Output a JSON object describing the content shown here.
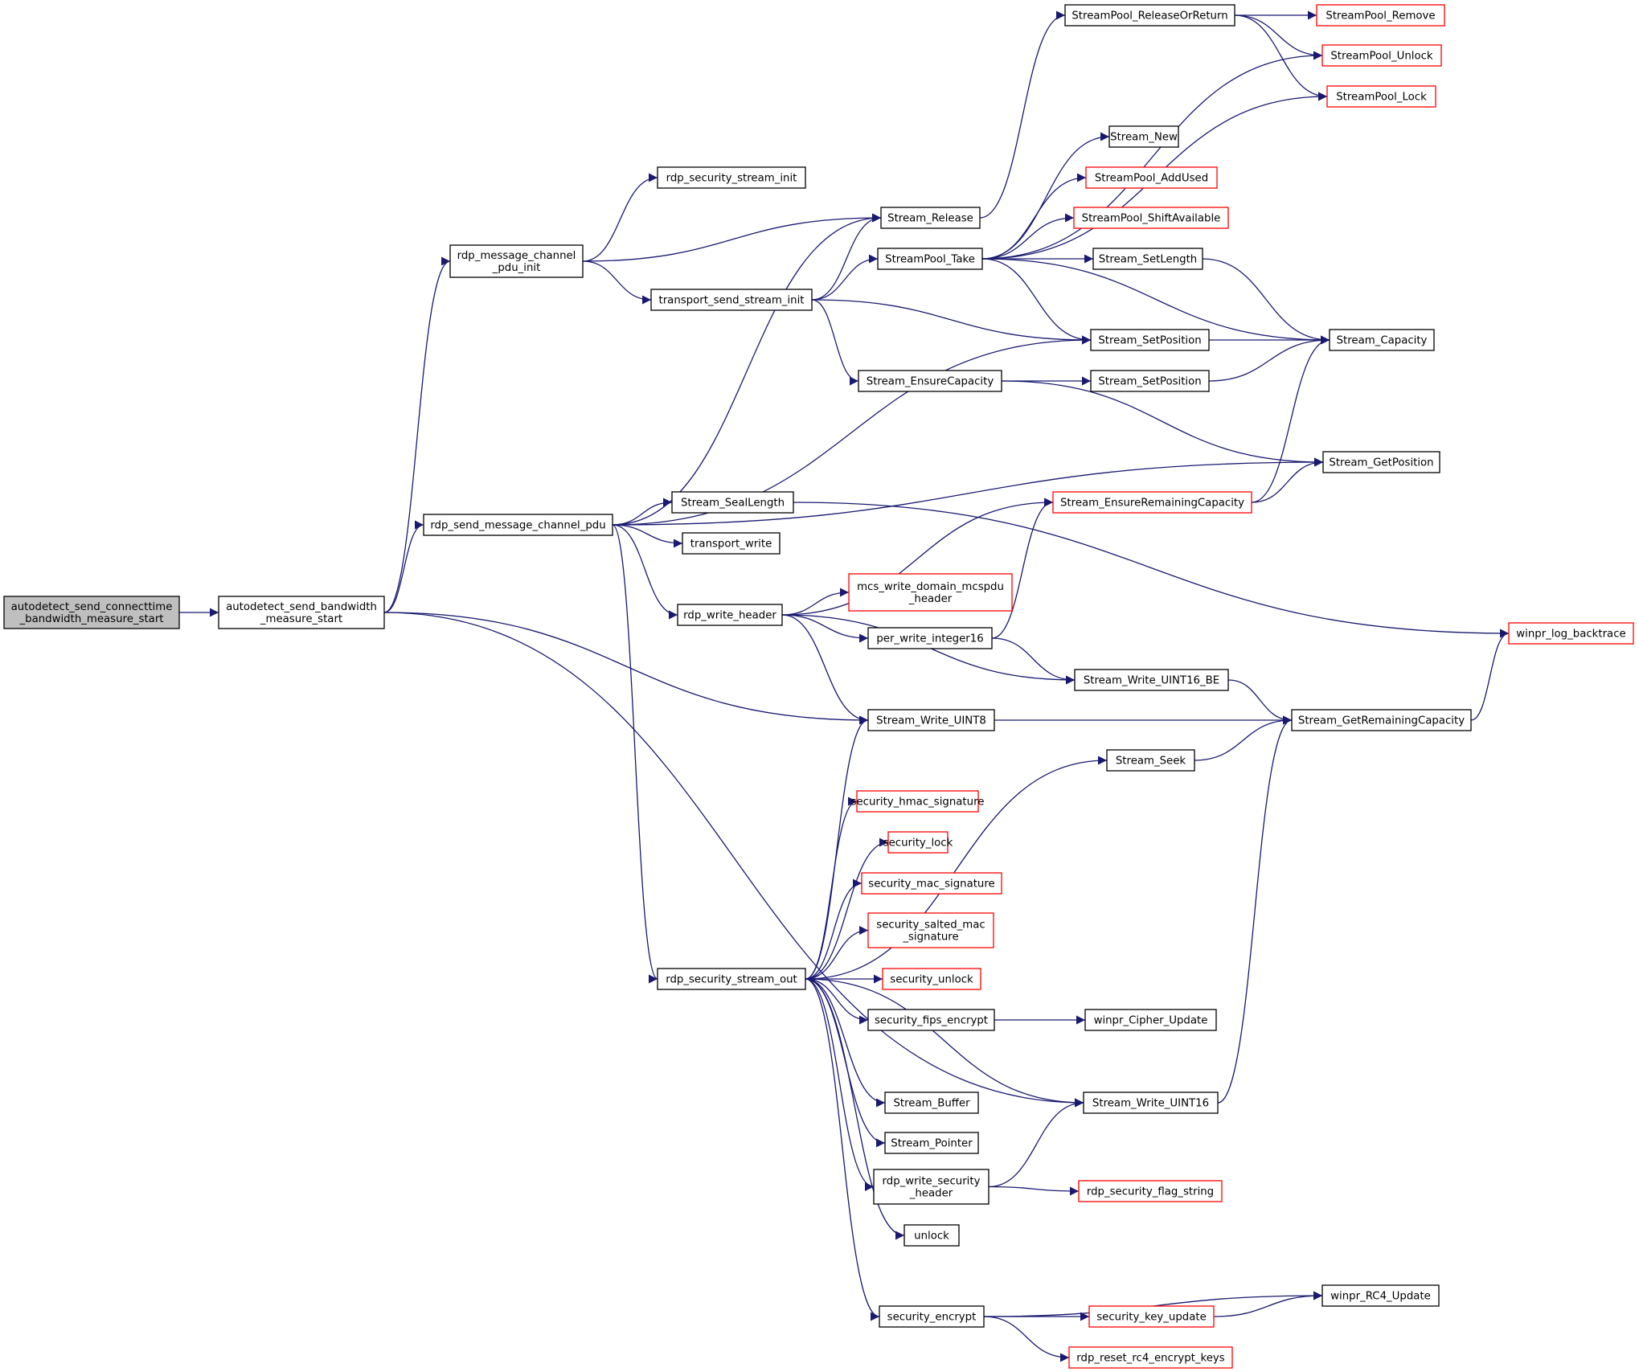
{
  "colors": {
    "edge": "#191970",
    "node_border": "#000000",
    "node_border_truncated": "#ff0000",
    "root_fill": "#bfbfbf",
    "background": "#ffffff"
  },
  "nodes": {
    "n0": {
      "lines": [
        "autodetect_send_connecttime",
        "_bandwidth_measure_start"
      ],
      "style": "root"
    },
    "n1": {
      "lines": [
        "autodetect_send_bandwidth",
        "_measure_start"
      ],
      "style": "black"
    },
    "n2": {
      "lines": [
        "rdp_message_channel",
        "_pdu_init"
      ],
      "style": "black"
    },
    "n3": {
      "lines": [
        "rdp_send_message_channel_pdu"
      ],
      "style": "black"
    },
    "n4": {
      "lines": [
        "rdp_security_stream_init"
      ],
      "style": "black"
    },
    "n5": {
      "lines": [
        "Stream_Release"
      ],
      "style": "black"
    },
    "n6": {
      "lines": [
        "transport_send_stream_init"
      ],
      "style": "black"
    },
    "n7": {
      "lines": [
        "StreamPool_ReleaseOrReturn"
      ],
      "style": "black"
    },
    "n8": {
      "lines": [
        "StreamPool_Remove"
      ],
      "style": "red"
    },
    "n9": {
      "lines": [
        "StreamPool_Unlock"
      ],
      "style": "red"
    },
    "n10": {
      "lines": [
        "StreamPool_Lock"
      ],
      "style": "red"
    },
    "n11": {
      "lines": [
        "StreamPool_Take"
      ],
      "style": "black"
    },
    "n12": {
      "lines": [
        "Stream_New"
      ],
      "style": "black"
    },
    "n13": {
      "lines": [
        "StreamPool_AddUsed"
      ],
      "style": "red"
    },
    "n14": {
      "lines": [
        "StreamPool_ShiftAvailable"
      ],
      "style": "red"
    },
    "n15": {
      "lines": [
        "Stream_SetLength"
      ],
      "style": "black"
    },
    "n16": {
      "lines": [
        "Stream_SetPosition"
      ],
      "style": "black"
    },
    "n17": {
      "lines": [
        "Stream_Capacity"
      ],
      "style": "black"
    },
    "n18": {
      "lines": [
        "Stream_EnsureCapacity"
      ],
      "style": "black"
    },
    "n19": {
      "lines": [
        "Stream_SetPosition"
      ],
      "style": "black"
    },
    "n20": {
      "lines": [
        "Stream_GetPosition"
      ],
      "style": "black"
    },
    "n21": {
      "lines": [
        "Stream_SealLength"
      ],
      "style": "black"
    },
    "n22": {
      "lines": [
        "winpr_log_backtrace"
      ],
      "style": "red"
    },
    "n23": {
      "lines": [
        "transport_write"
      ],
      "style": "black"
    },
    "n24": {
      "lines": [
        "rdp_write_header"
      ],
      "style": "black"
    },
    "n25": {
      "lines": [
        "Stream_EnsureRemainingCapacity"
      ],
      "style": "red"
    },
    "n26": {
      "lines": [
        "mcs_write_domain_mcspdu",
        "_header"
      ],
      "style": "red"
    },
    "n27": {
      "lines": [
        "per_write_integer16"
      ],
      "style": "black"
    },
    "n28": {
      "lines": [
        "Stream_Write_UINT16_BE"
      ],
      "style": "black"
    },
    "n29": {
      "lines": [
        "Stream_Write_UINT8"
      ],
      "style": "black"
    },
    "n30": {
      "lines": [
        "Stream_GetRemainingCapacity"
      ],
      "style": "black"
    },
    "n31": {
      "lines": [
        "Stream_Seek"
      ],
      "style": "black"
    },
    "n32": {
      "lines": [
        "security_hmac_signature"
      ],
      "style": "red"
    },
    "n33": {
      "lines": [
        "security_lock"
      ],
      "style": "red"
    },
    "n34": {
      "lines": [
        "security_mac_signature"
      ],
      "style": "red"
    },
    "n35": {
      "lines": [
        "security_salted_mac",
        "_signature"
      ],
      "style": "red"
    },
    "n36": {
      "lines": [
        "rdp_security_stream_out"
      ],
      "style": "black"
    },
    "n37": {
      "lines": [
        "security_unlock"
      ],
      "style": "red"
    },
    "n38": {
      "lines": [
        "security_fips_encrypt"
      ],
      "style": "black"
    },
    "n39": {
      "lines": [
        "winpr_Cipher_Update"
      ],
      "style": "black"
    },
    "n40": {
      "lines": [
        "Stream_Write_UINT16"
      ],
      "style": "black"
    },
    "n41": {
      "lines": [
        "Stream_Buffer"
      ],
      "style": "black"
    },
    "n42": {
      "lines": [
        "Stream_Pointer"
      ],
      "style": "black"
    },
    "n43": {
      "lines": [
        "rdp_write_security",
        "_header"
      ],
      "style": "black"
    },
    "n44": {
      "lines": [
        "rdp_security_flag_string"
      ],
      "style": "red"
    },
    "n45": {
      "lines": [
        "unlock"
      ],
      "style": "black"
    },
    "n46": {
      "lines": [
        "security_encrypt"
      ],
      "style": "black"
    },
    "n47": {
      "lines": [
        "winpr_RC4_Update"
      ],
      "style": "black"
    },
    "n48": {
      "lines": [
        "security_key_update"
      ],
      "style": "red"
    },
    "n49": {
      "lines": [
        "rdp_reset_rc4_encrypt_keys"
      ],
      "style": "red"
    }
  },
  "edges": [
    [
      "n0",
      "n1"
    ],
    [
      "n1",
      "n2"
    ],
    [
      "n1",
      "n3"
    ],
    [
      "n1",
      "n29"
    ],
    [
      "n1",
      "n40"
    ],
    [
      "n2",
      "n4"
    ],
    [
      "n2",
      "n5"
    ],
    [
      "n2",
      "n6"
    ],
    [
      "n3",
      "n5"
    ],
    [
      "n3",
      "n16"
    ],
    [
      "n3",
      "n20"
    ],
    [
      "n3",
      "n21"
    ],
    [
      "n3",
      "n23"
    ],
    [
      "n3",
      "n24"
    ],
    [
      "n3",
      "n36"
    ],
    [
      "n6",
      "n5"
    ],
    [
      "n6",
      "n11"
    ],
    [
      "n6",
      "n16"
    ],
    [
      "n6",
      "n18"
    ],
    [
      "n5",
      "n7"
    ],
    [
      "n7",
      "n8"
    ],
    [
      "n7",
      "n9"
    ],
    [
      "n7",
      "n10"
    ],
    [
      "n11",
      "n9"
    ],
    [
      "n11",
      "n10"
    ],
    [
      "n11",
      "n12"
    ],
    [
      "n11",
      "n13"
    ],
    [
      "n11",
      "n14"
    ],
    [
      "n11",
      "n15"
    ],
    [
      "n11",
      "n16"
    ],
    [
      "n11",
      "n17"
    ],
    [
      "n15",
      "n17"
    ],
    [
      "n16",
      "n17"
    ],
    [
      "n18",
      "n19"
    ],
    [
      "n18",
      "n20"
    ],
    [
      "n19",
      "n17"
    ],
    [
      "n21",
      "n22"
    ],
    [
      "n24",
      "n25"
    ],
    [
      "n24",
      "n26"
    ],
    [
      "n24",
      "n27"
    ],
    [
      "n24",
      "n28"
    ],
    [
      "n24",
      "n29"
    ],
    [
      "n25",
      "n17"
    ],
    [
      "n25",
      "n20"
    ],
    [
      "n27",
      "n25"
    ],
    [
      "n27",
      "n28"
    ],
    [
      "n28",
      "n30"
    ],
    [
      "n29",
      "n30"
    ],
    [
      "n30",
      "n22"
    ],
    [
      "n31",
      "n30"
    ],
    [
      "n36",
      "n29"
    ],
    [
      "n36",
      "n31"
    ],
    [
      "n36",
      "n32"
    ],
    [
      "n36",
      "n33"
    ],
    [
      "n36",
      "n34"
    ],
    [
      "n36",
      "n35"
    ],
    [
      "n36",
      "n37"
    ],
    [
      "n36",
      "n38"
    ],
    [
      "n36",
      "n40"
    ],
    [
      "n36",
      "n41"
    ],
    [
      "n36",
      "n42"
    ],
    [
      "n36",
      "n43"
    ],
    [
      "n36",
      "n45"
    ],
    [
      "n36",
      "n46"
    ],
    [
      "n38",
      "n39"
    ],
    [
      "n40",
      "n30"
    ],
    [
      "n43",
      "n40"
    ],
    [
      "n43",
      "n44"
    ],
    [
      "n46",
      "n47"
    ],
    [
      "n46",
      "n48"
    ],
    [
      "n46",
      "n49"
    ],
    [
      "n48",
      "n47"
    ]
  ]
}
